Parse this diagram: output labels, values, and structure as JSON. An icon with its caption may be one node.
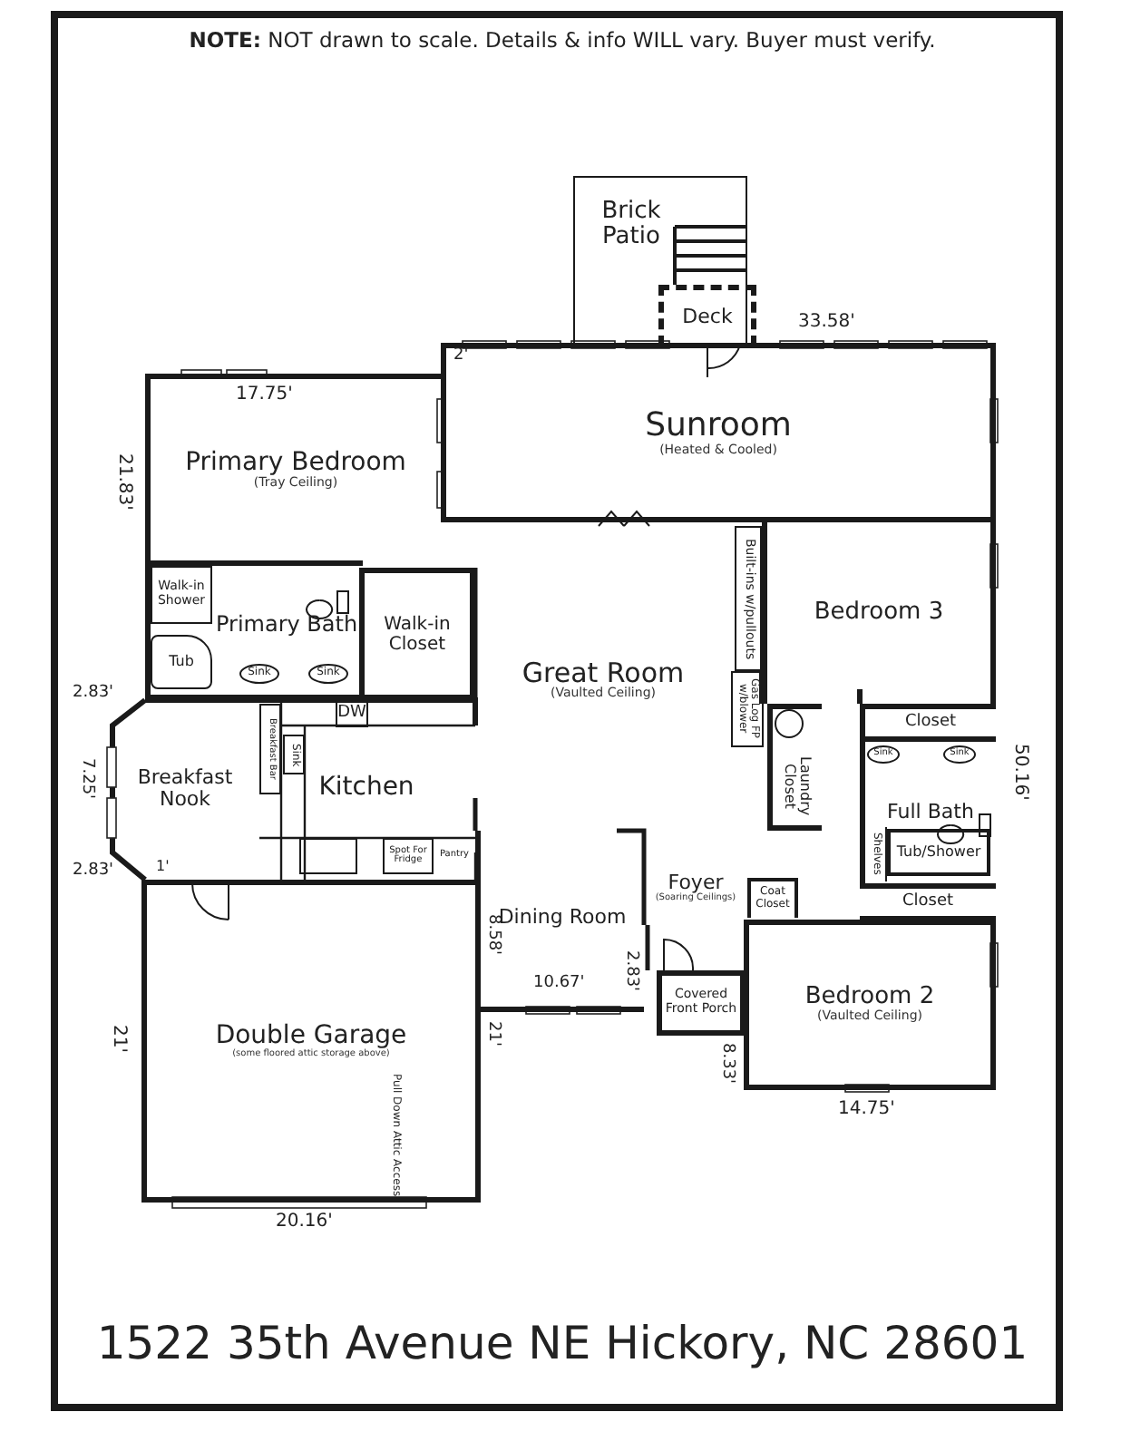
{
  "diagram": {
    "title": "1522 35th Avenue NE Hickory, NC 28601",
    "nodes": [
      {
        "text": [
          "Brick Patio"
        ]
      },
      {
        "text": [
          "Deck"
        ]
      },
      {
        "text": [
          "Sunroom",
          "(Heated & Cooled)"
        ]
      },
      {
        "text": [
          "Primary Bedroom",
          "(Tray Ceiling)"
        ]
      },
      {
        "text": [
          "Primary Bath"
        ]
      },
      {
        "text": [
          "Walk-in Shower"
        ],
        "in": 4
      },
      {
        "text": [
          "Tub"
        ],
        "in": 4
      },
      {
        "text": [
          "Sink"
        ],
        "in": 4
      },
      {
        "text": [
          "Sink"
        ],
        "in": 4
      },
      {
        "text": [
          "Walk-in Closet"
        ]
      },
      {
        "text": [
          "Built-ins w/pullouts"
        ]
      },
      {
        "text": [
          "Gas Log FP w/blower"
        ]
      },
      {
        "text": [
          "Great Room",
          "(Vaulted Ceiling)"
        ]
      },
      {
        "text": [
          "Bedroom 3"
        ]
      },
      {
        "text": [
          "Breakfast Nook"
        ]
      },
      {
        "text": [
          "Kitchen"
        ]
      },
      {
        "text": [
          "DW"
        ],
        "in": 15
      },
      {
        "text": [
          "Breakfast Bar"
        ],
        "in": 15
      },
      {
        "text": [
          "Sink"
        ],
        "in": 15
      },
      {
        "text": [],
        "shape": "box",
        "in": 15
      },
      {
        "text": [
          "Spot For Fridge"
        ],
        "in": 15
      },
      {
        "text": [
          "Pantry"
        ],
        "in": 15
      },
      {
        "text": [
          "Laundry Closet"
        ]
      },
      {
        "text": [],
        "shape": "circle",
        "in": 22
      },
      {
        "text": [
          "Closet"
        ]
      },
      {
        "text": [
          "Full Bath"
        ]
      },
      {
        "text": [
          "Sink"
        ],
        "in": 25
      },
      {
        "text": [
          "Sink"
        ],
        "in": 25
      },
      {
        "text": [
          "Shelves"
        ],
        "in": 25
      },
      {
        "text": [
          "Tub/Shower"
        ],
        "in": 25
      },
      {
        "text": [
          "Closet"
        ]
      },
      {
        "text": [
          "Dining Room"
        ]
      },
      {
        "text": [
          "Foyer",
          "(Soaring Ceilings)"
        ]
      },
      {
        "text": [
          "Coat Closet"
        ]
      },
      {
        "text": [
          "Covered Front Porch"
        ]
      },
      {
        "text": [
          "Double Garage",
          "(some floored attic storage above)"
        ]
      },
      {
        "text": [
          "Bedroom 2",
          "(Vaulted Ceiling)"
        ]
      }
    ],
    "labels": [
      "**NOTE:** NOT drawn to scale. Details & info WILL vary. Buyer must verify.",
      "2'",
      "33.58'",
      "17.75'",
      "21.83'",
      "2.83'",
      "7.25'",
      "2.83'",
      "1'",
      "50.16'",
      "8.58'",
      "10.67'",
      "2.83'",
      "21'",
      "21'",
      "Pull Down Attic Access",
      "8.33'",
      "14.75'",
      "20.16'"
    ]
  }
}
